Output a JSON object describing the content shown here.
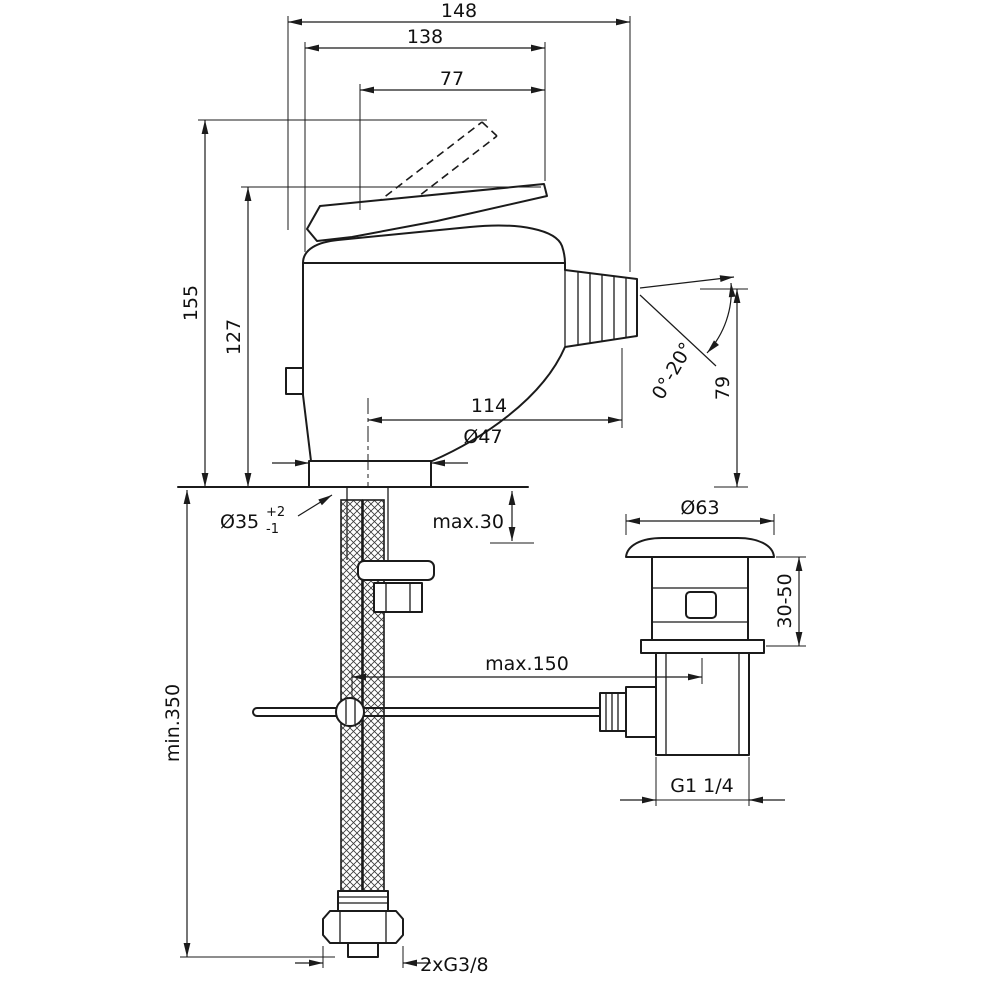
{
  "drawing": {
    "labels": {
      "dim_148": "148",
      "dim_138": "138",
      "dim_77": "77",
      "dim_155": "155",
      "dim_127": "127",
      "dim_114": "114",
      "dim_d47": "Ø47",
      "dim_angle": "0°-20°",
      "dim_79": "79",
      "dim_d35": "Ø35",
      "dim_d35_tol_plus": "+2",
      "dim_d35_tol_minus": "-1",
      "dim_max30": "max.30",
      "dim_d63": "Ø63",
      "dim_3050": "30-50",
      "dim_max150": "max.150",
      "dim_min350": "min.350",
      "dim_g114": "G1 1/4",
      "dim_2xg38": "2xG3/8"
    }
  }
}
